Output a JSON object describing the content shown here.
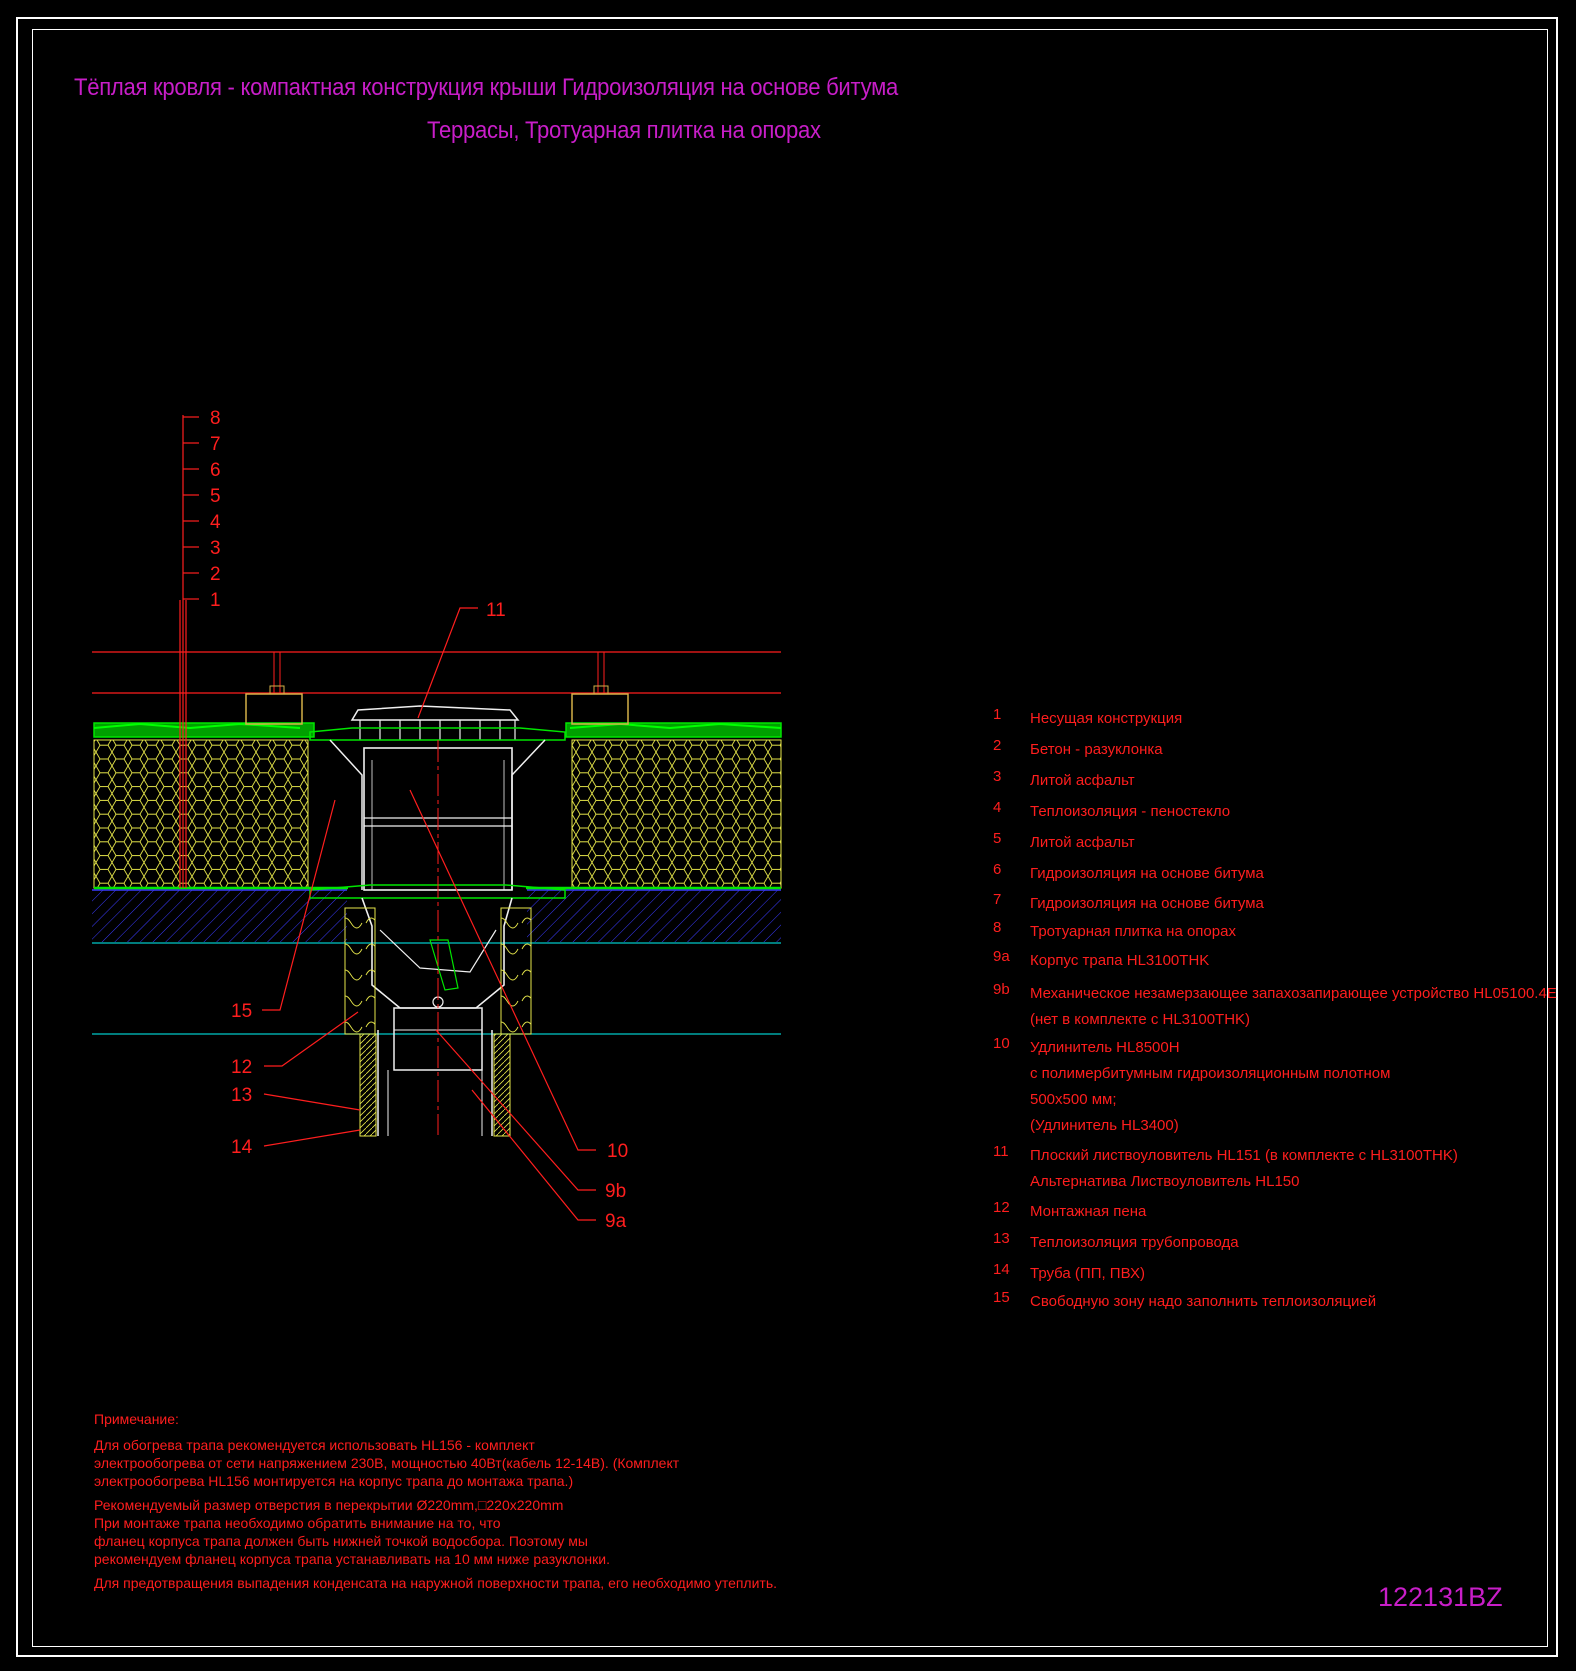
{
  "title": {
    "line1": "Тёплая кровля - компактная конструкция крыши Гидроизоляция на основе битума",
    "line2": "Террасы, Тротуарная плитка на опорах"
  },
  "drawing_code": "122131BZ",
  "layer_labels": [
    "8",
    "7",
    "6",
    "5",
    "4",
    "3",
    "2",
    "1"
  ],
  "callouts": {
    "c11": "11",
    "c15": "15",
    "c12": "12",
    "c13": "13",
    "c14": "14",
    "c10": "10",
    "c9b": "9b",
    "c9a": "9a"
  },
  "legend": [
    {
      "num": "1",
      "lines": [
        "Несущая конструкция"
      ]
    },
    {
      "num": "2",
      "lines": [
        "Бетон - разуклонка"
      ]
    },
    {
      "num": "3",
      "lines": [
        "Литой асфальт"
      ]
    },
    {
      "num": "4",
      "lines": [
        "Теплоизоляция - пеностекло"
      ]
    },
    {
      "num": "5",
      "lines": [
        "Литой асфальт"
      ]
    },
    {
      "num": "6",
      "lines": [
        "Гидроизоляция на основе битума"
      ]
    },
    {
      "num": "7",
      "lines": [
        "Гидроизоляция на основе битума"
      ]
    },
    {
      "num": "8",
      "lines": [
        "Тротуарная плитка на опорах"
      ]
    },
    {
      "num": "9a",
      "lines": [
        "Корпус трапа HL3100THK"
      ]
    },
    {
      "num": "9b",
      "lines": [
        "Механическое незамерзающее запахозапирающее устройство HL05100.4E",
        "(нет в комплекте с HL3100THK)"
      ]
    },
    {
      "num": "10",
      "lines": [
        "Удлинитель HL8500H",
        " с полимербитумным гидроизоляционным полотном",
        "500x500 мм;",
        "(Удлинитель HL3400)"
      ]
    },
    {
      "num": "11",
      "lines": [
        "Плоский листвоуловитель HL151  (в комплекте с HL3100THK)",
        "Альтернатива Листвоуловитель HL150"
      ]
    },
    {
      "num": "12",
      "lines": [
        "Монтажная пена"
      ]
    },
    {
      "num": "13",
      "lines": [
        "Теплоизоляция трубопровода"
      ]
    },
    {
      "num": "14",
      "lines": [
        "Труба (ПП, ПВХ)"
      ]
    },
    {
      "num": "15",
      "lines": [
        " Свободную зону надо заполнить теплоизоляцией"
      ]
    }
  ],
  "notes": {
    "heading": "Примечание:",
    "p1": [
      "Для обогрева трапа рекомендуется использовать HL156 - комплект",
      "электрообогрева от сети напряжением 230В, мощностью 40Вт(кабель 12-14В). (Комплект",
      "электрообогрева HL156 монтируется на корпус трапа до монтажа трапа.)"
    ],
    "p2": [
      "Рекомендуемый размер отверстия в перекрытии Ø220mm,□220x220mm",
      "При монтаже трапа необходимо обратить внимание на то, что",
      "фланец корпуса трапа должен быть нижней точкой водосбора. Поэтому мы",
      "рекомендуем фланец корпуса трапа устанавливать на 10 мм ниже разуклонки."
    ],
    "p3": [
      "Для предотвращения выпадения конденсата на наружной поверхности трапа, его необходимо утеплить."
    ]
  },
  "colors": {
    "background": "#000000",
    "title": "#c81ec8",
    "annotation": "#ff1e1e",
    "insulation": "#e6e64a",
    "membrane": "#00e600",
    "concrete_hatch": "#3a3aff",
    "guide_line": "#00c8c8",
    "paver_support": "#d4b048",
    "drain_body": "#f0f0f0"
  }
}
